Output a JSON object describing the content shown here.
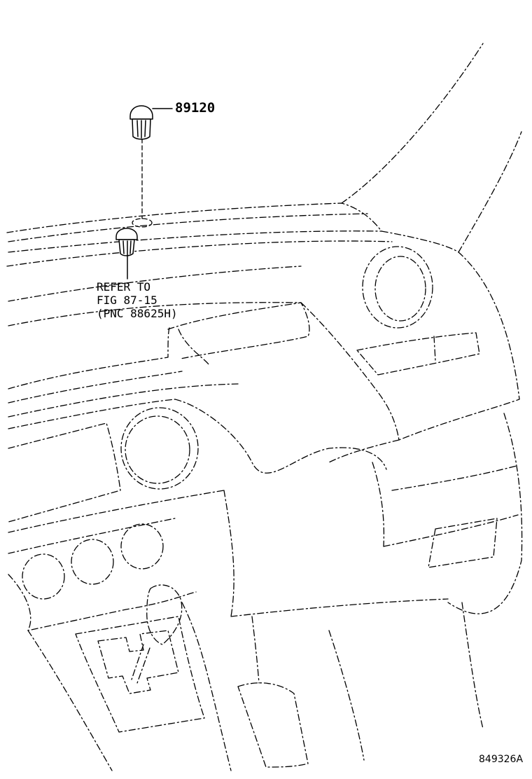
{
  "callout": {
    "part_number": "89120"
  },
  "reference_note": {
    "line1": "REFER TO",
    "line2": "FIG 87-15",
    "line3": "(PNC 88625H)"
  },
  "figure_code": "849326A",
  "icons": {
    "sensor_part": "solar-sensor-icon",
    "related_part": "clip-part-icon"
  }
}
